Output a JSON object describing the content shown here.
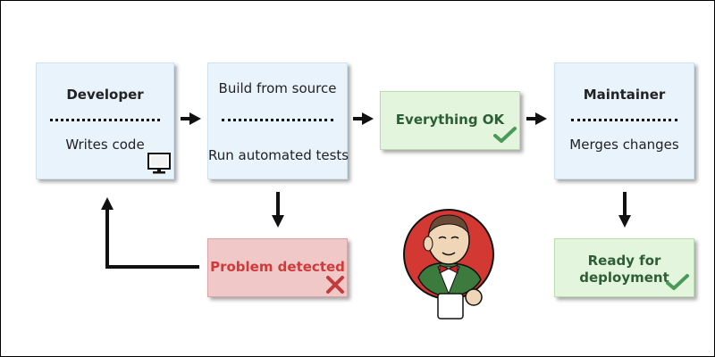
{
  "developer": {
    "title": "Developer",
    "subtitle": "Writes code"
  },
  "build": {
    "top": "Build from source",
    "bottom": "Run automated tests"
  },
  "ok": {
    "label": "Everything OK"
  },
  "maintainer": {
    "title": "Maintainer",
    "subtitle": "Merges changes"
  },
  "problem": {
    "label": "Problem detected"
  },
  "ready": {
    "line1": "Ready for",
    "line2": "deployment"
  },
  "colors": {
    "blue_box": "#e8f3fb",
    "green_box": "#e3f5dc",
    "red_box": "#f0c8c8",
    "check": "#4a9a5a",
    "cross": "#c23b3b",
    "problem_text": "#d03a3a",
    "ok_text": "#2e5e35",
    "jenkins_red": "#d33833"
  },
  "icons": [
    "monitor-icon",
    "check-icon",
    "cross-icon",
    "jenkins-logo"
  ]
}
